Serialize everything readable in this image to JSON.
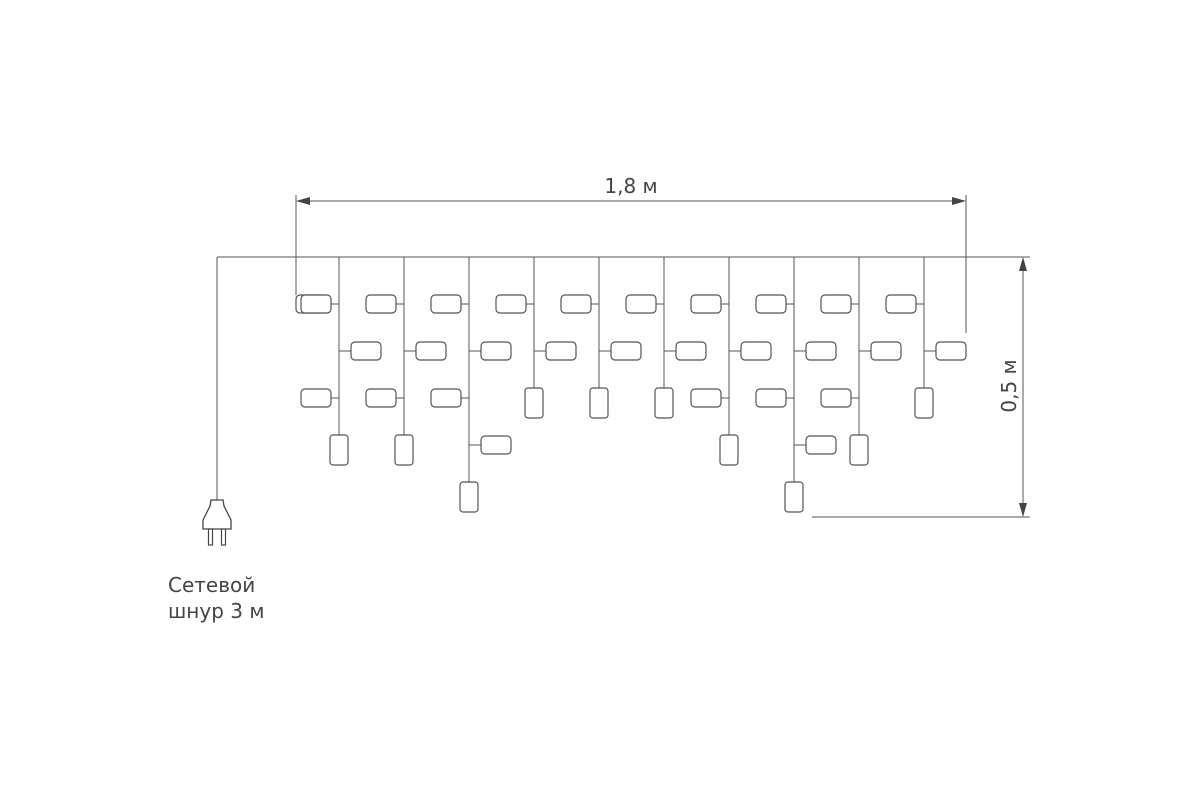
{
  "diagram": {
    "width_label": "1,8 м",
    "height_label": "0,5 м",
    "cord_label_line1": "Сетевой",
    "cord_label_line2": "шнур 3 м",
    "line_color": "#555555"
  },
  "strands": [
    {
      "type": "hang",
      "bulbs": [
        "h"
      ]
    },
    {
      "type": "drop",
      "bulbs": [
        "h",
        "r",
        "h",
        "v"
      ]
    },
    {
      "type": "drop",
      "bulbs": [
        "h",
        "r",
        "h",
        "v"
      ]
    },
    {
      "type": "drop",
      "bulbs": [
        "h",
        "r",
        "h",
        "r",
        "v"
      ]
    },
    {
      "type": "drop",
      "bulbs": [
        "h",
        "r",
        "v"
      ]
    },
    {
      "type": "drop",
      "bulbs": [
        "h",
        "r",
        "v"
      ]
    },
    {
      "type": "drop",
      "bulbs": [
        "h",
        "r",
        "v"
      ]
    },
    {
      "type": "drop",
      "bulbs": [
        "h",
        "r",
        "h",
        "v"
      ]
    },
    {
      "type": "drop",
      "bulbs": [
        "h",
        "r",
        "h",
        "r",
        "v"
      ]
    },
    {
      "type": "drop",
      "bulbs": [
        "h",
        "r",
        "h",
        "v"
      ]
    },
    {
      "type": "drop",
      "bulbs": [
        "h",
        "r",
        "v"
      ]
    }
  ]
}
